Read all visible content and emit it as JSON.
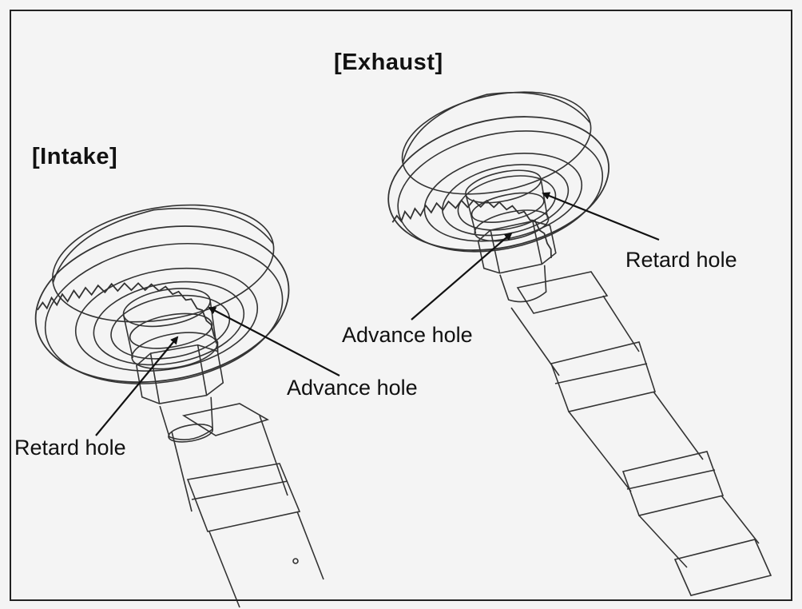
{
  "intake": {
    "heading": "[Intake]",
    "retard_label": "Retard hole",
    "advance_label": "Advance hole"
  },
  "exhaust": {
    "heading": "[Exhaust]",
    "retard_label": "Retard hole",
    "advance_label": "Advance hole"
  }
}
